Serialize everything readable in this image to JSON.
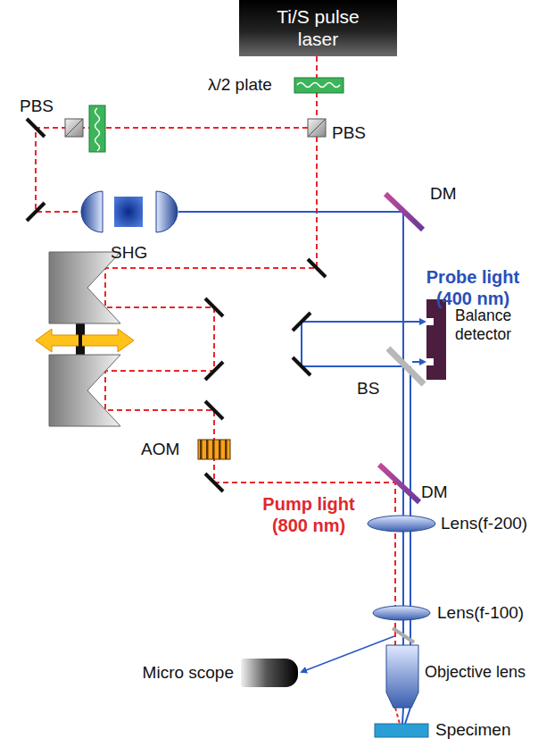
{
  "diagram": {
    "nodes": [
      {
        "text": [
          "Ti/S pulse laser"
        ]
      },
      {
        "text": [
          "Balance detector"
        ]
      },
      {
        "text": [
          "Micro scope"
        ]
      }
    ],
    "labels": [
      "λ/2 plate",
      "PBS",
      "PBS",
      "SHG",
      "DM",
      "Probe light (400 nm)",
      "BS",
      "AOM",
      "Pump light (800 nm)",
      "DM",
      "Lens(f-200)",
      "Lens(f-100)",
      "Objective lens",
      "Specimen"
    ]
  }
}
